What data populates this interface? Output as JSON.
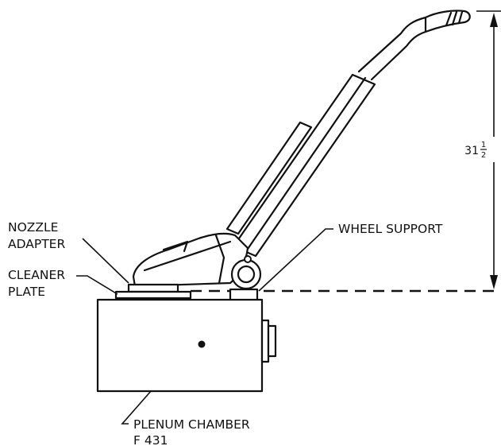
{
  "labels": {
    "nozzle_adapter_line1": "NOZZLE",
    "nozzle_adapter_line2": "ADAPTER",
    "cleaner_plate_line1": "CLEANER",
    "cleaner_plate_line2": "PLATE",
    "wheel_support": "WHEEL SUPPORT",
    "plenum_chamber_line1": "PLENUM CHAMBER",
    "plenum_chamber_line2": "F 431"
  },
  "dimension": {
    "whole": "31",
    "frac_num": "1",
    "frac_den": "2"
  },
  "colors": {
    "ink": "#111111",
    "background": "#ffffff"
  }
}
